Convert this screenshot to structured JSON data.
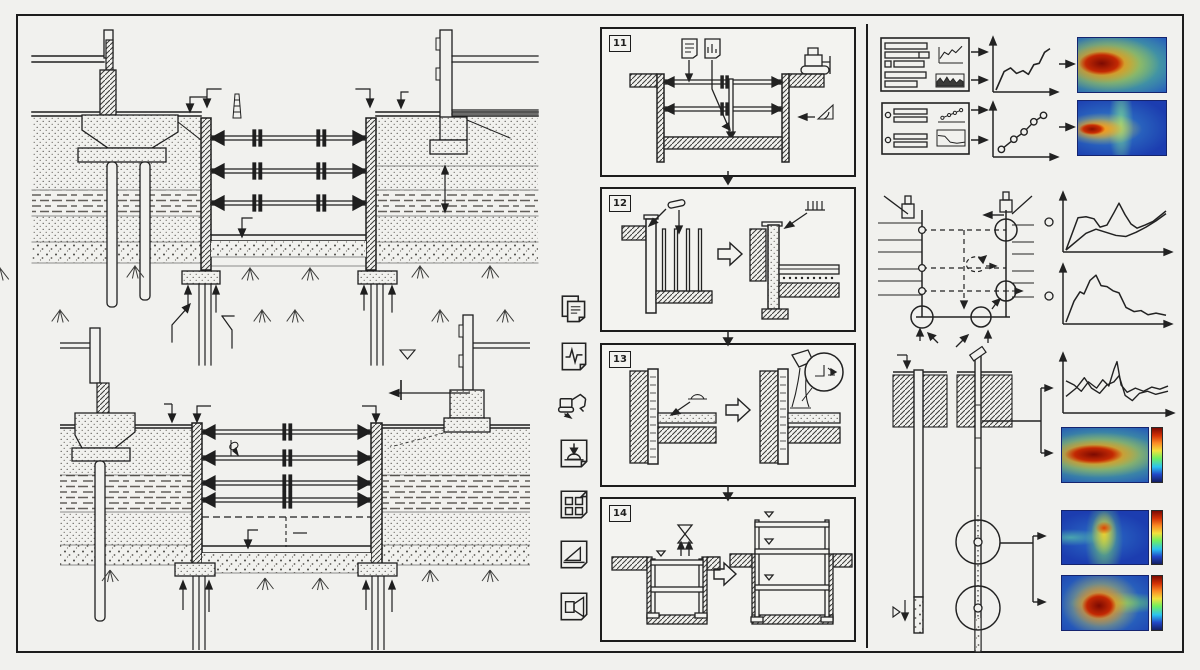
{
  "figure": {
    "stage_panels": [
      {
        "number": "11"
      },
      {
        "number": "12"
      },
      {
        "number": "13"
      },
      {
        "number": "14"
      }
    ],
    "icon_column": [
      {
        "name": "documents-stack-icon"
      },
      {
        "name": "signal-report-icon"
      },
      {
        "name": "excavator-icon"
      },
      {
        "name": "plate-load-test-icon"
      },
      {
        "name": "grid-samples-icon"
      },
      {
        "name": "ramp-device-icon"
      },
      {
        "name": "projector-device-icon"
      }
    ]
  },
  "palette": {
    "paper": "#f1f1ee",
    "ink": "#1c1c1c",
    "heat_background_blue": "#1c3db0",
    "heat_core_red": "#7c0a02",
    "heat_orange": "#f4640a",
    "heat_yellow": "#f8c81e",
    "heat_green": "#6ed65a",
    "heat_cyan": "#3caae1"
  },
  "heatmaps": {
    "h1": "radial-gradient(ellipse 26% 22% at 27% 47%, #7c0a02 0%, #c22803 70%, rgba(194,40,3,0) 100%), radial-gradient(ellipse 42% 36% at 29% 48%, rgba(244,100,10,0.95) 0%, rgba(244,100,10,0) 100%), radial-gradient(ellipse 60% 52% at 33% 48%, rgba(248,200,30,0.92) 0%, rgba(248,200,30,0) 100%), radial-gradient(ellipse 86% 72% at 40% 50%, rgba(110,214,90,0.85) 0%, rgba(110,214,90,0) 100%), radial-gradient(ellipse 120% 100% at 48% 50%, rgba(60,170,225,0.8) 0%, rgba(60,170,225,0) 100%), linear-gradient(#1c3db0,#1c3db0)",
    "h2": "radial-gradient(ellipse 15% 11% at 16% 52%, #8c0e00 0%, rgba(200,40,0,0.95) 65%, rgba(200,40,0,0) 100%), radial-gradient(ellipse 30% 20% at 21% 52%, rgba(252,130,10,0.95) 0%, rgba(252,130,10,0) 100%), radial-gradient(ellipse 46% 30% at 27% 52%, rgba(250,215,45,0.9) 0%, rgba(250,215,45,0) 100%), radial-gradient(ellipse 14% 85% at 49% 42%, rgba(120,215,150,0.85) 0%, rgba(120,215,150,0) 100%), radial-gradient(ellipse 70% 62% at 36% 50%, rgba(70,185,220,0.6) 0%, rgba(70,185,220,0) 100%), linear-gradient(#1c3db0,#1c3db0)",
    "h3": "radial-gradient(ellipse 34% 18% at 37% 49%, #7c0a02 0%, #c22803 65%, rgba(194,40,3,0) 100%), radial-gradient(ellipse 52% 28% at 39% 49%, rgba(244,100,10,0.95) 0%, rgba(244,100,10,0) 100%), radial-gradient(ellipse 74% 42% at 42% 50%, rgba(248,205,35,0.92) 0%, rgba(248,205,35,0) 100%), radial-gradient(ellipse 100% 62% at 46% 50%, rgba(110,214,90,0.8) 0%, rgba(110,214,90,0) 100%), radial-gradient(ellipse 130% 90% at 50% 50%, rgba(60,170,225,0.7) 0%, rgba(60,170,225,0) 100%), linear-gradient(#1c3db0,#1c3db0)",
    "h4": "radial-gradient(ellipse 10% 12% at 49% 32%, rgba(220,60,0,0.95) 0%, rgba(220,60,0,0) 100%), radial-gradient(ellipse 15% 42% at 49% 42%, rgba(250,210,40,0.9) 0%, rgba(250,210,40,0) 100%), radial-gradient(ellipse 22% 85% at 49% 55%, rgba(120,210,110,0.85) 0%, rgba(120,210,110,0) 100%), radial-gradient(ellipse 38% 16% at 10% 50%, rgba(90,200,170,0.7) 0%, rgba(90,200,170,0) 100%), radial-gradient(ellipse 60% 50% at 45% 50%, rgba(60,160,220,0.5) 0%, rgba(60,160,220,0) 100%), linear-gradient(#1c3db0,#1c3db0)",
    "h5": "radial-gradient(ellipse 20% 24% at 43% 55%, #7c0a02 0%, #c22803 70%, rgba(194,40,3,0) 100%), radial-gradient(ellipse 32% 40% at 44% 54%, rgba(244,100,10,0.95) 0%, rgba(244,100,10,0) 100%), radial-gradient(ellipse 46% 60% at 45% 52%, rgba(248,205,35,0.9) 0%, rgba(248,205,35,0) 100%), radial-gradient(ellipse 60% 20% at 68% 50%, rgba(110,210,110,0.8) 0%, rgba(110,210,110,0) 100%), radial-gradient(ellipse 80% 85% at 48% 52%, rgba(70,185,220,0.65) 0%, rgba(70,185,220,0) 100%), linear-gradient(#1c3db0,#1c3db0)",
    "colorbar": "linear-gradient(180deg, #7c0a02 0%, #d23105 14%, #fb8b24 28%, #f2e13c 42%, #6ff05f 56%, #2bc3f0 72%, #2248c8 86%, #141f63 100%)"
  },
  "chart_data": {
    "form1_line": {
      "type": "line",
      "x": 940,
      "y": 45,
      "w": 22,
      "h": 16,
      "series": [
        {
          "pts": [
            [
              0,
              0.85
            ],
            [
              0.2,
              0.45
            ],
            [
              0.38,
              0.6
            ],
            [
              0.55,
              0.3
            ],
            [
              0.72,
              0.48
            ],
            [
              1,
              0.08
            ]
          ],
          "sw": 1.1
        }
      ]
    },
    "form1_area": {
      "type": "area",
      "x": 937,
      "y": 76,
      "w": 26,
      "h": 10,
      "series": [
        {
          "pts": [
            [
              0,
              0.55
            ],
            [
              0.12,
              0.2
            ],
            [
              0.25,
              0.65
            ],
            [
              0.38,
              0.1
            ],
            [
              0.5,
              0.6
            ],
            [
              0.62,
              0.25
            ],
            [
              0.75,
              0.7
            ],
            [
              0.88,
              0.35
            ],
            [
              1,
              0.55
            ]
          ],
          "fill": "#3a3a38",
          "sw": 0.8
        }
      ]
    },
    "form2_scatter": {
      "type": "scatter",
      "x": 940,
      "y": 109,
      "w": 24,
      "h": 11,
      "series": [
        {
          "pts": [
            [
              0.1,
              0.8
            ],
            [
              0.38,
              0.55
            ],
            [
              0.62,
              0.35
            ],
            [
              0.88,
              0.1
            ]
          ],
          "sw": 1,
          "markers": true,
          "r": 1.6
        }
      ]
    },
    "form2_area": {
      "type": "line",
      "x": 938,
      "y": 132,
      "w": 27,
      "h": 14,
      "series": [
        {
          "pts": [
            [
              0,
              0.25
            ],
            [
              0.25,
              0.3
            ],
            [
              0.45,
              0.72
            ],
            [
              0.7,
              0.8
            ],
            [
              1,
              0.72
            ]
          ],
          "sw": 1
        }
      ]
    },
    "flow_line": {
      "type": "line",
      "x": 996,
      "y": 44,
      "w": 54,
      "h": 46,
      "series": [
        {
          "pts": [
            [
              0,
              1
            ],
            [
              0.15,
              0.6
            ],
            [
              0.27,
              0.52
            ],
            [
              0.38,
              0.64
            ],
            [
              0.5,
              0.58
            ],
            [
              0.6,
              0.66
            ],
            [
              0.7,
              0.45
            ],
            [
              0.8,
              0.42
            ],
            [
              0.9,
              0.18
            ],
            [
              1,
              0.1
            ]
          ],
          "sw": 1.6
        }
      ]
    },
    "flow_scatter": {
      "type": "scatter",
      "x": 996,
      "y": 108,
      "w": 54,
      "h": 46,
      "series": [
        {
          "pts": [
            [
              0.1,
              0.9
            ],
            [
              0.33,
              0.68
            ],
            [
              0.52,
              0.52
            ],
            [
              0.7,
              0.3
            ],
            [
              0.88,
              0.16
            ]
          ],
          "sw": 1.4,
          "markers": true,
          "r": 3.2
        }
      ]
    },
    "mon_top": {
      "type": "line",
      "x": 1066,
      "y": 198,
      "w": 100,
      "h": 52,
      "series": [
        {
          "pts": [
            [
              0,
              1
            ],
            [
              0.12,
              0.38
            ],
            [
              0.2,
              0.36
            ],
            [
              0.28,
              0.4
            ],
            [
              0.34,
              0.56
            ],
            [
              0.41,
              0.52
            ],
            [
              0.48,
              0.28
            ],
            [
              0.53,
              0.1
            ],
            [
              0.59,
              0.32
            ],
            [
              0.65,
              0.5
            ],
            [
              0.71,
              0.58
            ],
            [
              0.79,
              0.52
            ],
            [
              0.87,
              0.45
            ],
            [
              1,
              0.25
            ]
          ],
          "sw": 1.5
        },
        {
          "pts": [
            [
              0,
              1
            ],
            [
              0.2,
              0.68
            ],
            [
              0.3,
              0.6
            ],
            [
              0.4,
              0.66
            ],
            [
              0.5,
              0.72
            ],
            [
              0.6,
              0.74
            ],
            [
              0.7,
              0.66
            ],
            [
              0.8,
              0.56
            ],
            [
              0.9,
              0.44
            ],
            [
              1,
              0.3
            ]
          ],
          "sw": 1.5
        }
      ]
    },
    "mon_bottom": {
      "type": "line",
      "x": 1066,
      "y": 270,
      "w": 100,
      "h": 52,
      "series": [
        {
          "pts": [
            [
              0,
              1
            ],
            [
              0.08,
              0.6
            ],
            [
              0.14,
              0.42
            ],
            [
              0.18,
              0.46
            ],
            [
              0.24,
              0.2
            ],
            [
              0.3,
              0.1
            ],
            [
              0.35,
              0.3
            ],
            [
              0.41,
              0.32
            ],
            [
              0.47,
              0.4
            ],
            [
              0.53,
              0.44
            ],
            [
              0.6,
              0.72
            ],
            [
              0.68,
              0.8
            ],
            [
              0.75,
              0.78
            ],
            [
              0.82,
              0.86
            ],
            [
              0.9,
              0.83
            ],
            [
              1,
              0.87
            ]
          ],
          "sw": 1.5
        }
      ]
    },
    "bh_lines": {
      "type": "line",
      "x": 1066,
      "y": 359,
      "w": 102,
      "h": 52,
      "series": [
        {
          "pts": [
            [
              0,
              0.42
            ],
            [
              0.08,
              0.5
            ],
            [
              0.15,
              0.62
            ],
            [
              0.22,
              0.44
            ],
            [
              0.3,
              0.56
            ],
            [
              0.36,
              0.4
            ],
            [
              0.42,
              0.52
            ],
            [
              0.47,
              0.2
            ],
            [
              0.5,
              0.05
            ],
            [
              0.54,
              0.5
            ],
            [
              0.6,
              0.64
            ],
            [
              0.68,
              0.56
            ],
            [
              0.76,
              0.62
            ],
            [
              0.84,
              0.54
            ],
            [
              0.92,
              0.58
            ],
            [
              1,
              0.52
            ]
          ],
          "sw": 1.4
        },
        {
          "pts": [
            [
              0,
              0.72
            ],
            [
              0.1,
              0.56
            ],
            [
              0.18,
              0.36
            ],
            [
              0.25,
              0.56
            ],
            [
              0.33,
              0.66
            ],
            [
              0.4,
              0.5
            ],
            [
              0.47,
              0.44
            ],
            [
              0.52,
              0.32
            ],
            [
              0.58,
              0.7
            ],
            [
              0.65,
              0.8
            ],
            [
              0.72,
              0.66
            ],
            [
              0.8,
              0.62
            ],
            [
              0.88,
              0.68
            ],
            [
              1,
              0.62
            ]
          ],
          "sw": 1.4
        }
      ]
    }
  }
}
